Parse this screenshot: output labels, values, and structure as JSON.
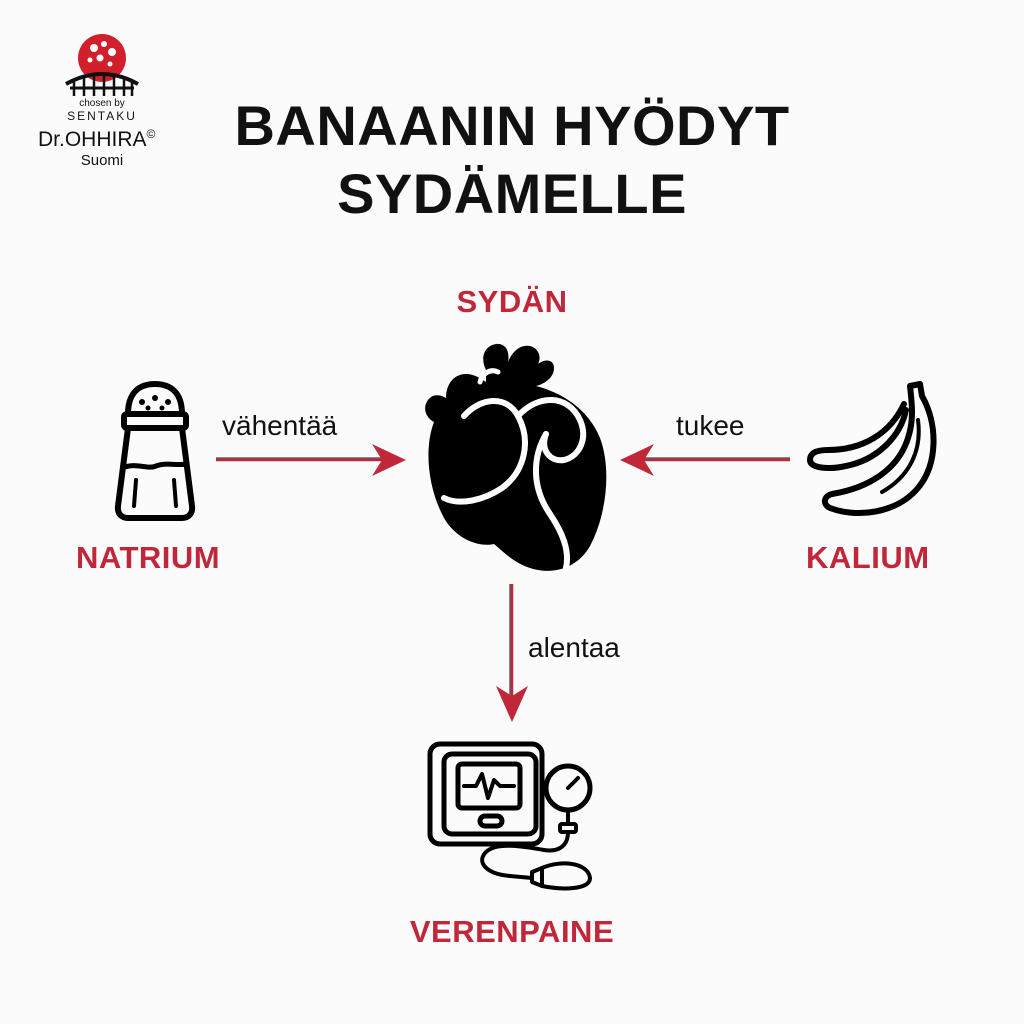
{
  "brand": {
    "chosen_by": "chosen by",
    "sentaku": "SENTAKU",
    "name": "Dr.OHHIRA",
    "mark": "©",
    "region": "Suomi",
    "logo_color": "#d11f2c"
  },
  "title": {
    "line1": "BANAANIN HYÖDYT",
    "line2": "SYDÄMELLE"
  },
  "nodes": {
    "heart": {
      "label": "SYDÄN",
      "icon": "heart-icon"
    },
    "sodium": {
      "label": "NATRIUM",
      "icon": "salt-shaker-icon"
    },
    "potassium": {
      "label": "KALIUM",
      "icon": "banana-icon"
    },
    "blood_pressure": {
      "label": "VERENPAINE",
      "icon": "blood-pressure-monitor-icon"
    }
  },
  "edges": {
    "sodium_to_heart": "vähentää",
    "potassium_to_heart": "tukee",
    "heart_to_pressure": "alentaa"
  },
  "colors": {
    "accent": "#c0283a",
    "text": "#111111",
    "background": "#fbfbfb"
  }
}
